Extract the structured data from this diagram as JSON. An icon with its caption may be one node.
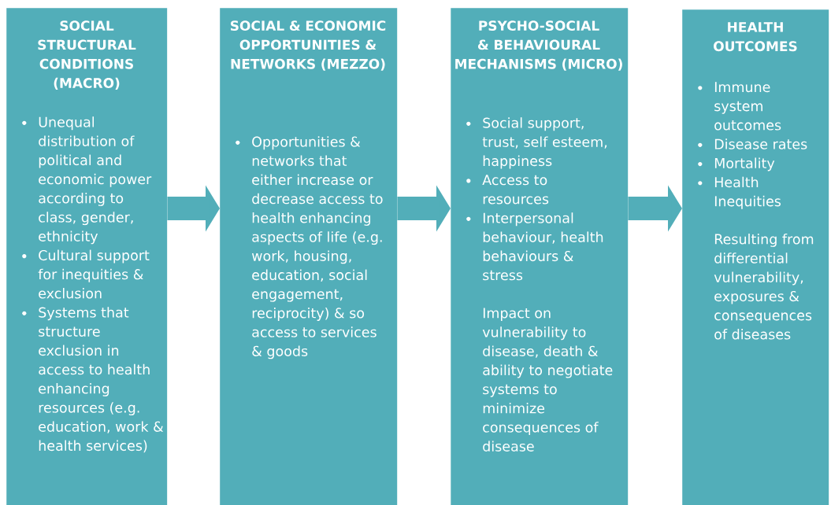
{
  "diagram": {
    "nodes": [
      {
        "text": [
          "SOCIAL STRUCTURAL CONDITIONS (MACRO)",
          "Unequal distribution of political and economic power according to class, gender, ethnicity",
          "Cultural support for inequities & exclusion",
          "Systems that structure exclusion in access to health enhancing resources (e.g. education, work & health services)"
        ]
      },
      {
        "text": [
          "SOCIAL & ECONOMIC OPPORTUNITIES & NETWORKS (MEZZO)",
          "Opportunities & networks that either increase or decrease access to health enhancing aspects of life (e.g. work, housing, education, social engagement, reciprocity) &  so access to services & goods"
        ]
      },
      {
        "text": [
          "PSYCHO-SOCIAL & BEHAVIOURAL MECHANISMS (MICRO)",
          "Social support, trust, self esteem, happiness",
          "Access to resources",
          "Interpersonal behaviour, health behaviours & stress",
          "Impact on vulnerability to disease, death & ability to negotiate systems to minimize consequences of disease"
        ]
      },
      {
        "text": [
          "HEALTH OUTCOMES",
          "Immune system outcomes",
          "Disease rates",
          "Mortality",
          "Health Inequities",
          "Resulting from differential vulnerability, exposures & consequences of diseases"
        ]
      }
    ],
    "edges": [
      {
        "from": 0,
        "to": 1,
        "arrow": "to"
      },
      {
        "from": 1,
        "to": 2,
        "arrow": "to"
      },
      {
        "from": 2,
        "to": 3,
        "arrow": "to"
      }
    ]
  }
}
